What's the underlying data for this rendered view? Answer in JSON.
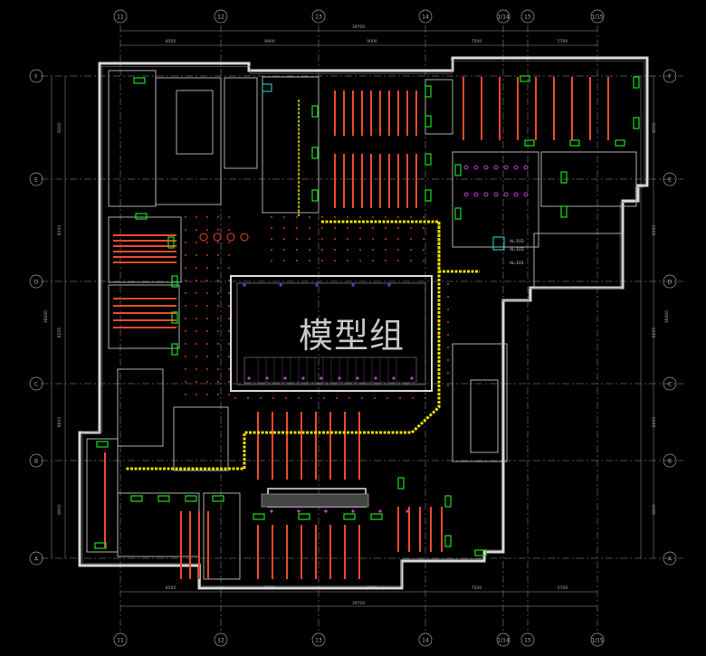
{
  "watermark": "模型组",
  "grid_columns_top": [
    "11",
    "12",
    "13",
    "14",
    "1/14",
    "15",
    "1/15"
  ],
  "grid_columns_bottom": [
    "11",
    "12",
    "13",
    "14",
    "1/14",
    "15",
    "1/15"
  ],
  "grid_rows": [
    "F",
    "E",
    "D",
    "C",
    "B",
    "A"
  ],
  "dims_top_overall": "39700",
  "dims_top_segments": [
    "8500",
    "8900",
    "9000",
    "7500",
    "5700"
  ],
  "dims_bottom_overall": "39700",
  "dims_bottom_segments": [
    "8500",
    "8900",
    "9000",
    "7500",
    "5700"
  ],
  "dims_left": [
    "8200",
    "8200",
    "8200",
    "6600",
    "6600"
  ],
  "dims_right": [
    "8200",
    "8200",
    "8200",
    "6600",
    "6600"
  ],
  "dims_left_overall": "38400",
  "dims_right_overall": "38400",
  "labels_small": [
    "AL-102",
    "AL-103",
    "AL-101"
  ],
  "colors": {
    "wall": "#d8d8d8",
    "grid": "#9a9a9a",
    "light": "#ff4a1a",
    "fixture": "#e84a2a",
    "equip": "#19e019",
    "yellow": "#f0e000",
    "magenta": "#c23cd6",
    "blue": "#3050ff",
    "cyan": "#20e0e0"
  }
}
